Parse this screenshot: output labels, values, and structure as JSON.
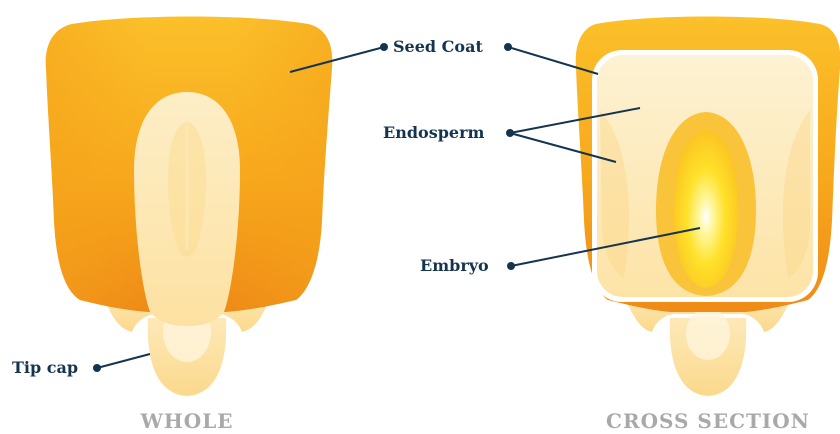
{
  "labels": {
    "seed_coat": "Seed Coat",
    "endosperm": "Endosperm",
    "embryo": "Embryo",
    "tip_cap": "Tip cap"
  },
  "captions": {
    "left": "WHOLE",
    "right": "CROSS SECTION"
  },
  "colors": {
    "seed_outer_top": "#f9b91f",
    "seed_outer_bottom": "#f08c16",
    "endosperm_light": "#fde7b2",
    "embryo_glow": "#fff06a",
    "label_ink": "#14344f",
    "caption_gray": "#a9a9a9"
  }
}
